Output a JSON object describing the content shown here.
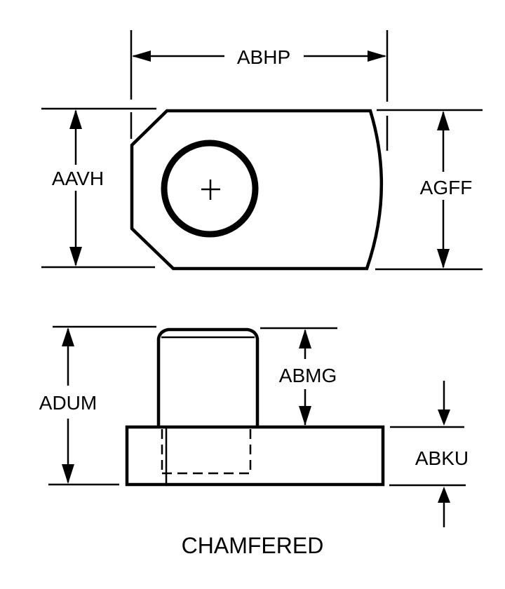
{
  "drawing": {
    "caption": "CHAMFERED",
    "colors": {
      "line": "#000000",
      "background": "#ffffff"
    },
    "top_view": {
      "dimensions": {
        "width": "ABHP",
        "left_height": "AAVH",
        "right_height": "AGFF"
      },
      "features": [
        "chamfered-left-corners",
        "curved-right-edge",
        "center-hole",
        "center-mark"
      ]
    },
    "side_view": {
      "dimensions": {
        "overall_height": "ADUM",
        "stud_height": "ABMG",
        "base_thickness": "ABKU"
      },
      "features": [
        "chamfered-stud-top",
        "hidden-lines-stud-shank"
      ]
    }
  }
}
